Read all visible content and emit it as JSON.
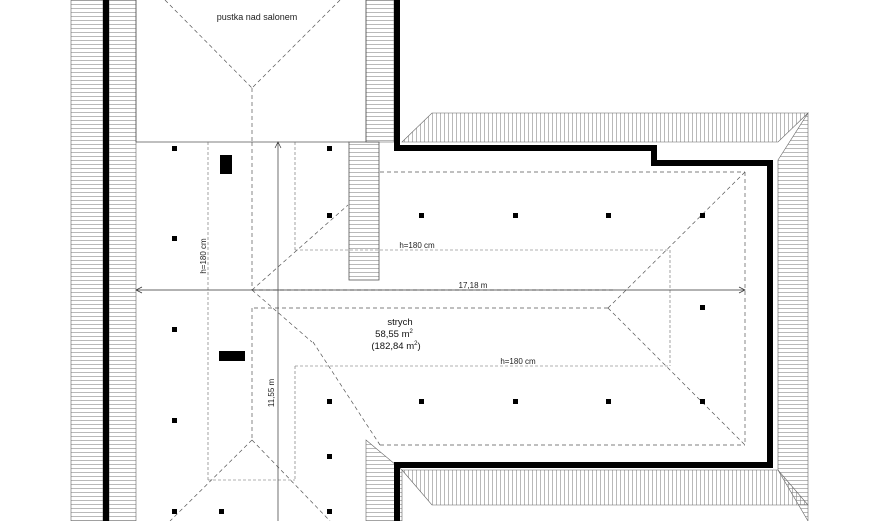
{
  "plan": {
    "void_label": "pustka nad salonem",
    "room": {
      "name": "strych",
      "area_main": "58,55 m",
      "area_main_sup": "2",
      "area_total": "(182,84 m",
      "area_total_sup": "2",
      "area_total_close": ")"
    },
    "dimensions": {
      "width": "17,18 m",
      "depth": "11,55 m",
      "height_line_left": "h=180 cm",
      "height_line_upper": "h=180 cm",
      "height_line_lower": "h=180 cm"
    },
    "colors": {
      "wall": "#000000",
      "line": "#555555",
      "hatch": "#8a8a8a",
      "background": "#ffffff"
    }
  }
}
